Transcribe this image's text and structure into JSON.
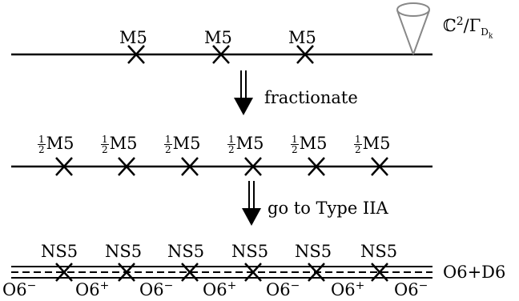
{
  "row1": {
    "branes": [
      "M5",
      "M5",
      "M5"
    ],
    "geometry": {
      "base": "ℂ",
      "exp": "2",
      "group": "Γ",
      "sub": "D",
      "subsub": "k"
    }
  },
  "arrow1": {
    "label": "fractionate"
  },
  "row2": {
    "half": {
      "num": "1",
      "den": "2"
    },
    "branes": [
      "M5",
      "M5",
      "M5",
      "M5",
      "M5",
      "M5"
    ]
  },
  "arrow2": {
    "label": "go to Type IIA"
  },
  "row3": {
    "branes": [
      "NS5",
      "NS5",
      "NS5",
      "NS5",
      "NS5",
      "NS5"
    ],
    "planes": [
      "O6",
      "O6",
      "O6",
      "O6",
      "O6",
      "O6",
      "O6"
    ],
    "plane_charges": [
      "−",
      "+",
      "−",
      "+",
      "−",
      "+",
      "−"
    ],
    "right_label": "O6+D6"
  }
}
